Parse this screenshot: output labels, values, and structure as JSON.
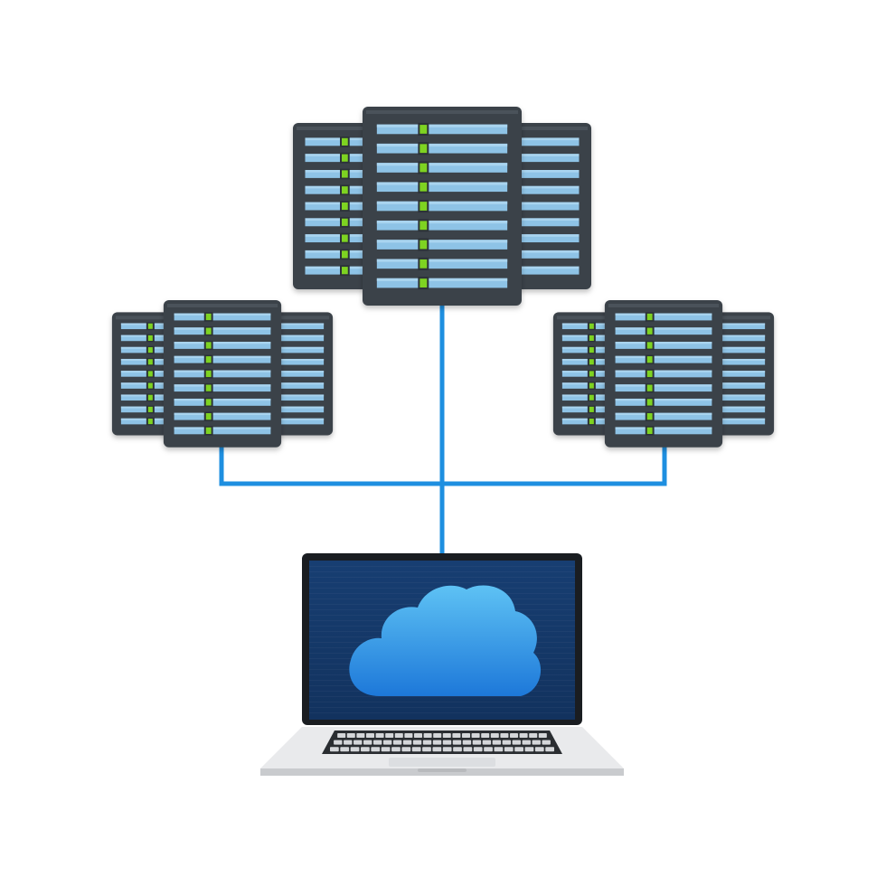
{
  "colors": {
    "background": "#ffffff",
    "rack_body": "#3b4249",
    "rack_body_dark": "#2c3238",
    "rack_edge": "#4a525a",
    "slot_blue": "#8ec3e6",
    "slot_blue_light": "#a9d4ef",
    "led_green": "#7ed321",
    "connector": "#1e8fe0",
    "screen": "#12325e",
    "screen_frame": "#1a1d21",
    "cloud_top": "#5ec2f4",
    "cloud_bottom": "#1d78d9",
    "laptop_base": "#e9eaec",
    "laptop_base_dark": "#c9cbce",
    "keyboard": "#2a2d31",
    "key": "#d4d6d9"
  },
  "icons": {
    "server_cluster": "server-rack-icon",
    "cloud": "cloud-icon",
    "laptop": "laptop-icon"
  },
  "nodes": [
    {
      "id": "server-top",
      "kind": "server_cluster"
    },
    {
      "id": "server-left",
      "kind": "server_cluster"
    },
    {
      "id": "server-right",
      "kind": "server_cluster"
    },
    {
      "id": "laptop",
      "kind": "laptop"
    }
  ],
  "connections": [
    {
      "from": "server-top",
      "to": "laptop"
    },
    {
      "from": "server-left",
      "to": "laptop"
    },
    {
      "from": "server-right",
      "to": "laptop"
    }
  ]
}
